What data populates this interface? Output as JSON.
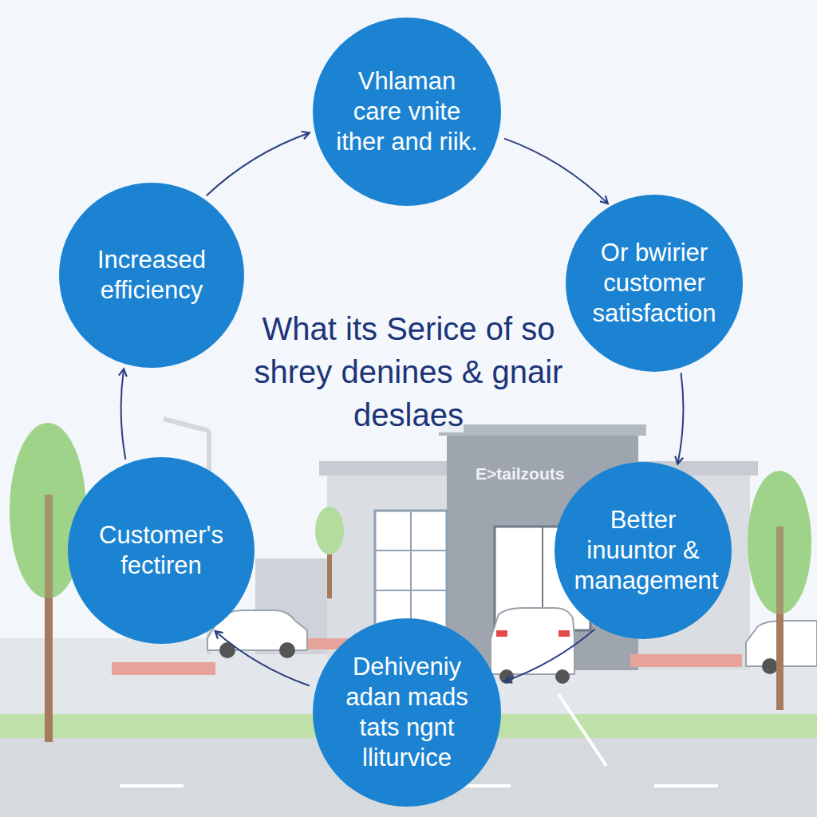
{
  "diagram": {
    "title": "What its Serice of so shrey denines & gnair deslaes",
    "nodes": [
      {
        "text": [
          "Vhlaman care vnite ither and riik."
        ]
      },
      {
        "text": [
          "Or bwirier customer satisfaction"
        ]
      },
      {
        "text": [
          "Better inuuntor & management"
        ]
      },
      {
        "text": [
          "Dehiveniy adan mads tats ngnt lliturvice"
        ]
      },
      {
        "text": [
          "Customer's fectiren"
        ]
      },
      {
        "text": [
          "Increased efficiency"
        ]
      }
    ],
    "edges": [
      {
        "from": 0,
        "to": 1,
        "arrow": "to"
      },
      {
        "from": 1,
        "to": 2,
        "arrow": "to"
      },
      {
        "from": 2,
        "to": 3,
        "arrow": "to"
      },
      {
        "from": 3,
        "to": 4,
        "arrow": "to"
      },
      {
        "from": 4,
        "to": 5,
        "arrow": "to"
      },
      {
        "from": 5,
        "to": 0,
        "arrow": "to"
      }
    ],
    "labels": [
      "E>tailzouts"
    ]
  }
}
